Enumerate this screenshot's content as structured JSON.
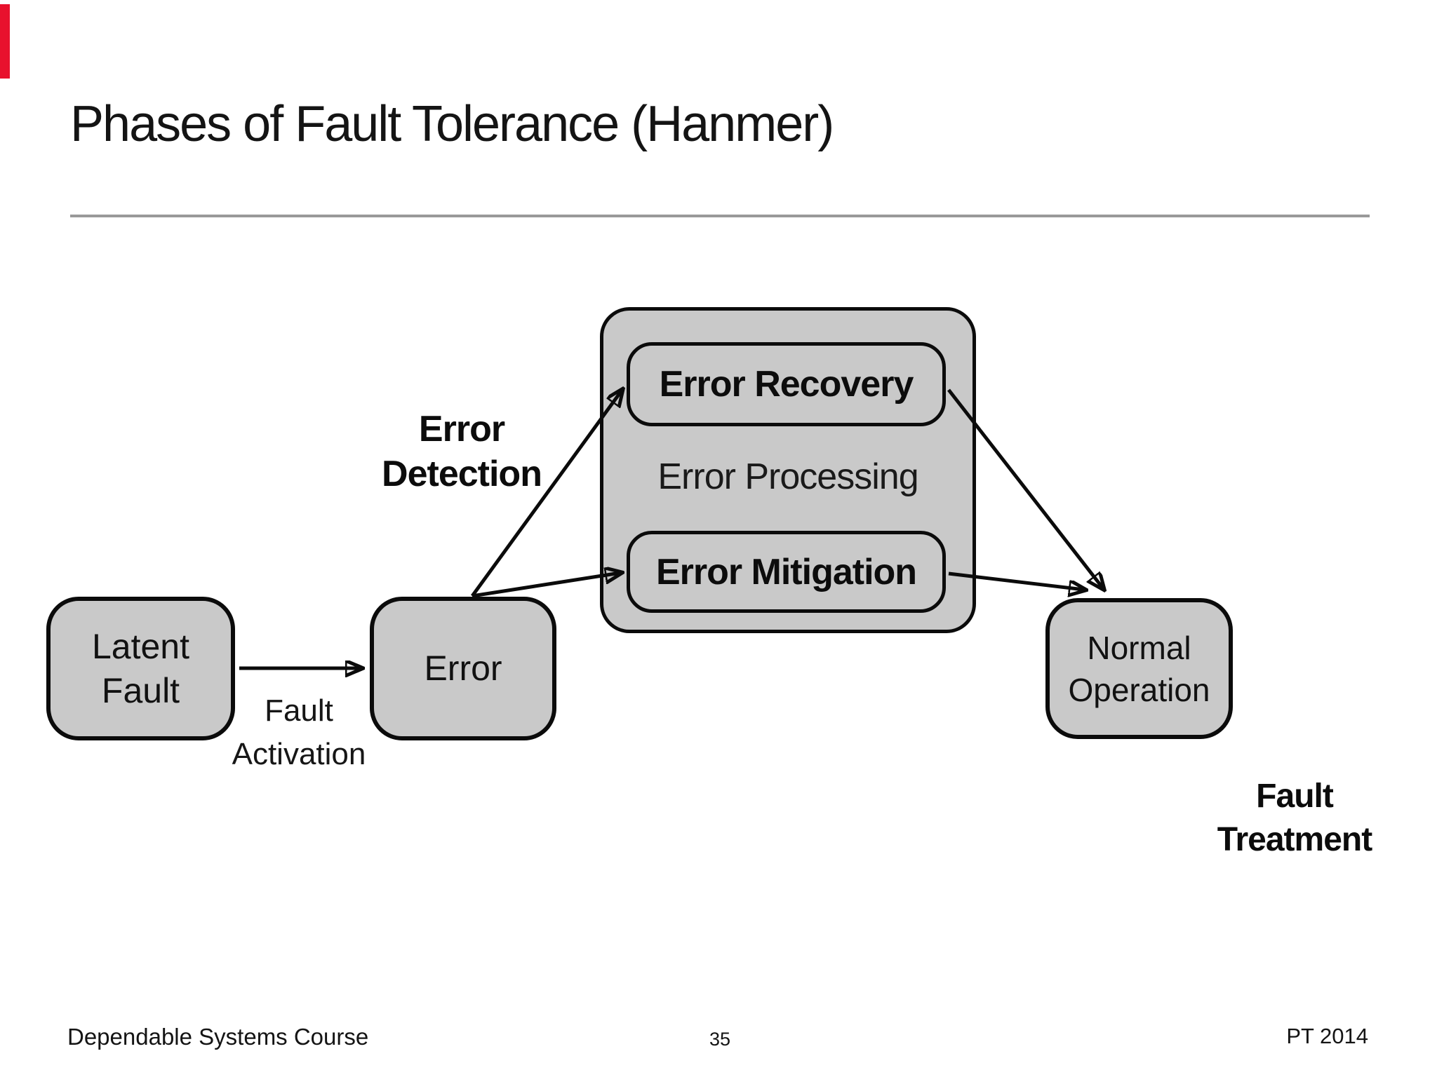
{
  "slide": {
    "title": "Phases of Fault Tolerance (Hanmer)",
    "footer": {
      "course": "Dependable Systems Course",
      "page_number": "35",
      "credit": "PT 2014"
    }
  },
  "diagram": {
    "nodes": {
      "latent_fault": {
        "line1": "Latent",
        "line2": "Fault"
      },
      "error": {
        "label": "Error"
      },
      "error_processing_group": {
        "label": "Error Processing"
      },
      "error_recovery": {
        "label": "Error Recovery"
      },
      "error_mitigation": {
        "label": "Error Mitigation"
      },
      "normal_operation": {
        "line1": "Normal",
        "line2": "Operation"
      }
    },
    "labels": {
      "fault_activation": {
        "line1": "Fault",
        "line2": "Activation"
      },
      "error_detection": {
        "line1": "Error",
        "line2": "Detection"
      },
      "fault_treatment": {
        "line1": "Fault",
        "line2": "Treatment"
      }
    },
    "colors": {
      "node_fill": "#c9c9c9",
      "node_border": "#0b0b0b",
      "arrow": "#0b0b0b",
      "divider": "#999999",
      "red_marker": "#e8112d"
    }
  }
}
